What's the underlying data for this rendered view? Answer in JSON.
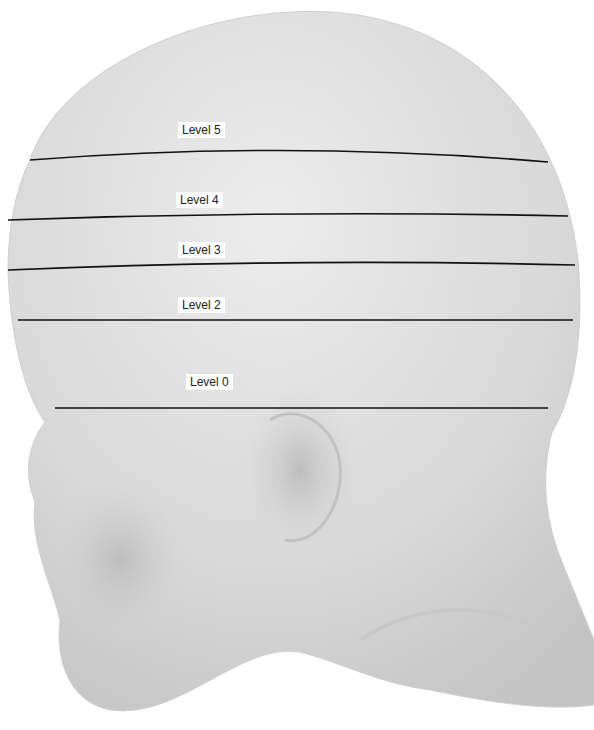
{
  "diagram": {
    "labels": [
      "Level 5",
      "Level 4",
      "Level 3",
      "Level 2",
      "Level 0"
    ]
  }
}
